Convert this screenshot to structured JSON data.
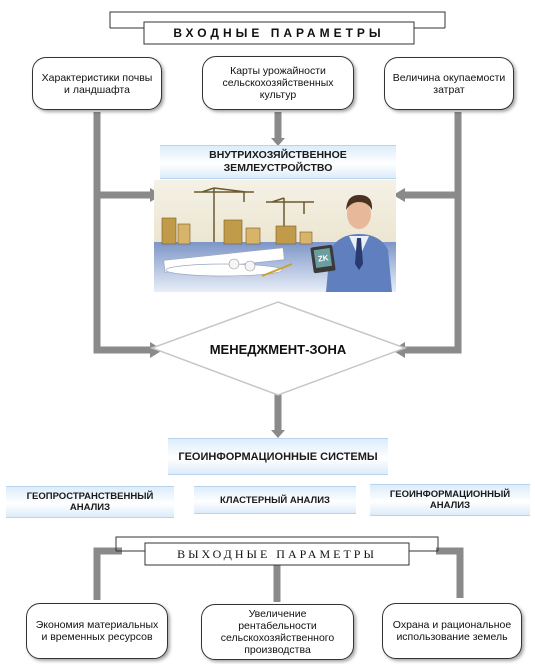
{
  "input_header": "ВХОДНЫЕ ПАРАМЕТРЫ",
  "inputs": {
    "left": "Характеристики почвы и ландшафта",
    "center": "Карты урожайности сельскохозяйственных культур",
    "right": "Величина окупаемости затрат"
  },
  "land_management": "ВНУТРИХОЗЯЙСТВЕННОЕ ЗЕМЛЕУСТРОЙСТВО",
  "management_zone": "МЕНЕДЖМЕНТ-ЗОНА",
  "gis": "ГЕОИНФОРМАЦИОННЫЕ СИСТЕМЫ",
  "analyses": {
    "geospatial": "ГЕОПРОСТРАНСТВЕННЫЙ АНАЛИЗ",
    "cluster": "КЛАСТЕРНЫЙ АНАЛИЗ",
    "geoinfo": "ГЕОИНФОРМАЦИОННЫЙ АНАЛИЗ"
  },
  "output_header": "ВЫХОДНЫЕ ПАРАМЕТРЫ",
  "outputs": {
    "left": "Экономия материальных и временных ресурсов",
    "center": "Увеличение рентабельности сельскохозяйственного производства",
    "right": "Охрана и рациональное использование земель"
  },
  "laptop_badge": "ZK",
  "colors": {
    "connector": "#8a8a8a",
    "blue_band": "#dcecfa",
    "box_border": "#333333"
  }
}
